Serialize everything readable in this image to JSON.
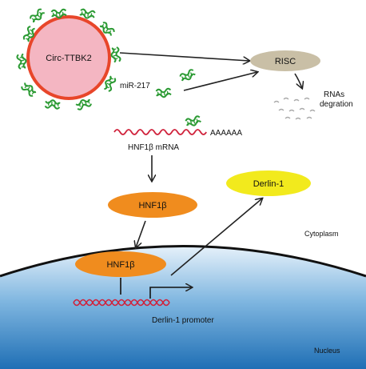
{
  "labels": {
    "circrna": "Circ-TTBK2",
    "mirna": "miR-217",
    "risc": "RISC",
    "rnas_deg_line1": "RNAs",
    "rnas_deg_line2": "degration",
    "mrna_tail": "AAAAAA",
    "mrna": "HNF1β mRNA",
    "hnf1b_cyto": "HNF1β",
    "hnf1b_nuc": "HNF1β",
    "derlin": "Derlin-1",
    "cytoplasm": "Cytoplasm",
    "promoter": "Derlin-1 promoter",
    "nucleus": "Nucleus"
  },
  "colors": {
    "circ_fill": "#f4b6c2",
    "circ_ring": "#e8462a",
    "risc": "#c9bfa6",
    "hnf1b": "#f08c1e",
    "derlin": "#f2ea1d",
    "rna_red": "#d0233c",
    "mirna_green": "#2b9a33",
    "nucleus_top": "#ffffff",
    "nucleus_bottom": "#1f78c1"
  }
}
